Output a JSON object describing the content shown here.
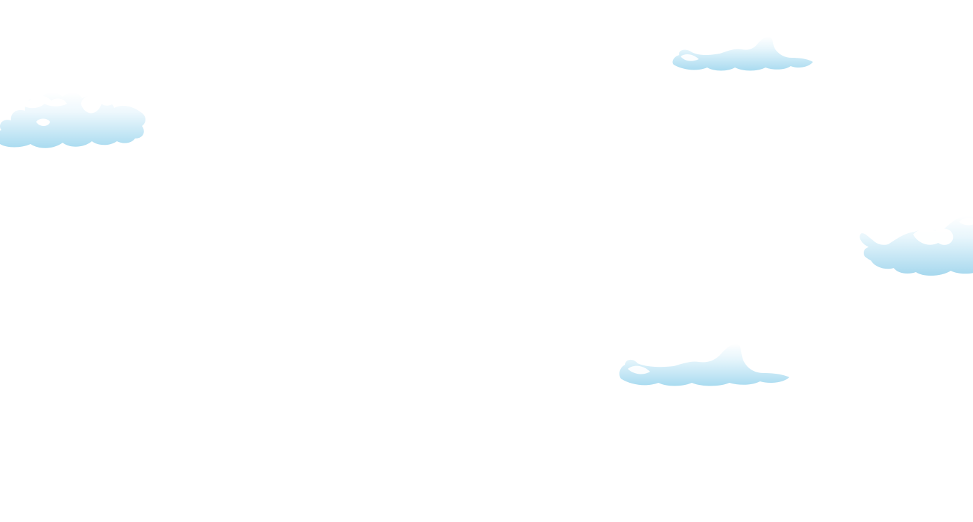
{
  "scene": {
    "background_color": "#ffffff",
    "cloud_color_light": "#eef8fd",
    "cloud_color_dark": "#a9dbf0"
  },
  "clouds": [
    {
      "name": "cloud-top-left",
      "icon": "cloud-icon"
    },
    {
      "name": "cloud-top-right",
      "icon": "cloud-icon"
    },
    {
      "name": "cloud-mid-right",
      "icon": "cloud-icon"
    },
    {
      "name": "cloud-bottom-center",
      "icon": "cloud-icon"
    }
  ]
}
